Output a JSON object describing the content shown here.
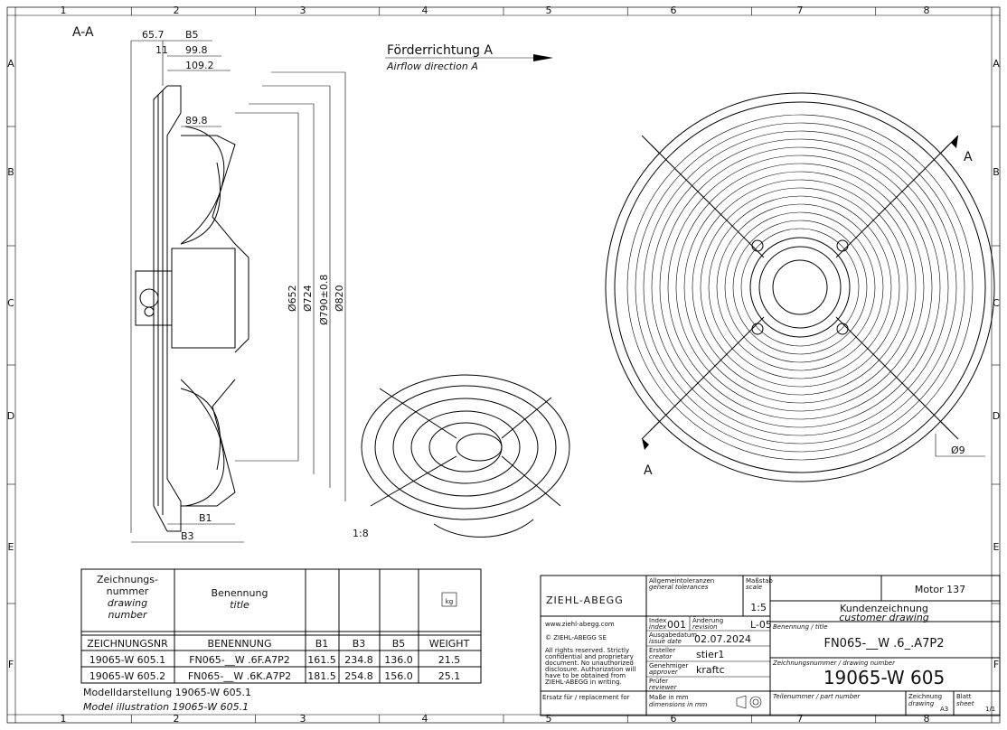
{
  "frame": {
    "columns": [
      "1",
      "2",
      "3",
      "4",
      "5",
      "6",
      "7",
      "8"
    ],
    "rows": [
      "A",
      "B",
      "C",
      "D",
      "E",
      "F"
    ]
  },
  "section_label": "A-A",
  "airflow": {
    "de": "Förderrichtung A",
    "en": "Airflow direction A"
  },
  "dimensions": {
    "d1": "65.7",
    "d2": "B5",
    "d3": "11",
    "d4": "99.8",
    "d5": "109.2",
    "d6": "89.8",
    "dia652": "Ø652",
    "dia724": "Ø724",
    "dia790": "Ø790±0.8",
    "dia820": "Ø820",
    "b1": "B1",
    "b3": "B3",
    "hole": "Ø9",
    "view_a": "A",
    "view_a2": "A",
    "scale_iso": "1:8"
  },
  "variant_table": {
    "header": {
      "drawing_number": [
        "Zeichnungs-",
        "nummer"
      ],
      "drawing_number_en": [
        "drawing",
        "number"
      ],
      "title_de": "Benennung",
      "title_en": "title",
      "weight_icon": "kg"
    },
    "columns": [
      "ZEICHNUNGSNR",
      "BENENNUNG",
      "B1",
      "B3",
      "B5",
      "WEIGHT"
    ],
    "rows": [
      [
        "19065-W 605.1",
        "FN065-__W .6F.A7P2",
        "161.5",
        "234.8",
        "136.0",
        "21.5"
      ],
      [
        "19065-W 605.2",
        "FN065-__W .6K.A7P2",
        "181.5",
        "254.8",
        "156.0",
        "25.1"
      ]
    ],
    "note_de": "Modelldarstellung 19065-W 605.1",
    "note_en": "Model illustration 19065-W 605.1"
  },
  "title_block": {
    "logo": "ZIEHL-ABEGG",
    "tolerances_de": "Allgemeintoleranzen",
    "tolerances_en": "general tolerances",
    "scale_de": "Maßstab",
    "scale_en": "scale",
    "scale": "1:5",
    "motor": "Motor 137",
    "kind_de": "Kundenzeichnung",
    "kind_en": "customer drawing",
    "website": "www.ziehl-abegg.com",
    "copyright": "© ZIEHL-ABEGG SE",
    "rights": [
      "All rights reserved. Strictly",
      "confidential and proprietary",
      "document. No unauthorized",
      "disclosure. Authorization will",
      "have to be obtained from",
      "ZIEHL-ABEGG in writing."
    ],
    "index_de": "Index",
    "index_en": "index",
    "index": "001",
    "revision_de": "Änderung",
    "revision_en": "revision",
    "revision": "L-05",
    "issue_de": "Ausgabedatum",
    "issue_en": "issue date",
    "issue_date": "02.07.2024",
    "creator_de": "Ersteller",
    "creator_en": "creator",
    "creator": "stier1",
    "approver_de": "Genehmiger",
    "approver_en": "approver",
    "approver": "kraftc",
    "reviewer_de": "Prüfer",
    "reviewer_en": "reviewer",
    "replacement": "Ersatz für / replacement for",
    "dims_de": "Maße in mm",
    "dims_en": "dimensions in mm",
    "title_label": "Benennung / title",
    "title": "FN065-__W .6_.A7P2",
    "drawing_no_label": "Zeichnungsnummer / drawing number",
    "drawing_no": "19065-W 605",
    "part_label": "Teilenummer / part number",
    "format_de": "Zeichnung",
    "format_en": "drawing",
    "format": "A3",
    "sheet_de": "Blatt",
    "sheet_en": "sheet",
    "sheet": "1/1"
  }
}
